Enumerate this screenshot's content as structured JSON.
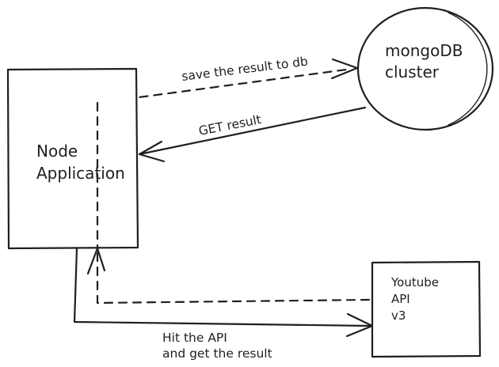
{
  "diagram": {
    "background_color": "#ffffff",
    "stroke_color": "#1f1f1f",
    "nodes": {
      "node_application": {
        "shape": "rectangle",
        "lines": [
          "Node",
          "Application"
        ]
      },
      "mongodb_cluster": {
        "shape": "circle",
        "lines": [
          "mongoDB",
          "cluster"
        ]
      },
      "youtube_api": {
        "shape": "rectangle",
        "lines": [
          "Youtube",
          "API",
          "v3"
        ]
      }
    },
    "edges": {
      "save_result": {
        "label": "save the result to db",
        "style": "dashed",
        "from": "node_application",
        "to": "mongodb_cluster"
      },
      "get_result": {
        "label": "GET result",
        "style": "solid",
        "from": "mongodb_cluster",
        "to": "node_application"
      },
      "hit_api": {
        "label_lines": [
          "Hit the API",
          "and get the result"
        ],
        "style": "solid",
        "from": "node_application",
        "to": "youtube_api"
      },
      "api_response": {
        "label": "",
        "style": "dashed",
        "from": "youtube_api",
        "to": "node_application"
      }
    }
  }
}
